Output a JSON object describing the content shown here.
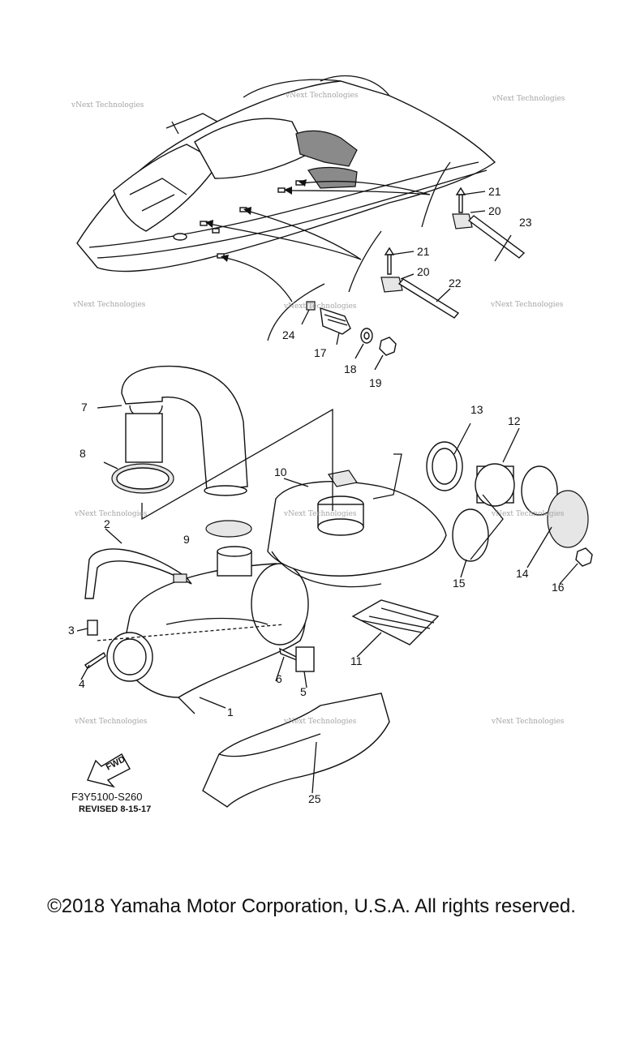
{
  "watermark": "vNext Technologies",
  "callouts": [
    {
      "id": "c1",
      "text": "1"
    },
    {
      "id": "c2",
      "text": "2"
    },
    {
      "id": "c3",
      "text": "3"
    },
    {
      "id": "c4",
      "text": "4"
    },
    {
      "id": "c5",
      "text": "5"
    },
    {
      "id": "c6",
      "text": "6"
    },
    {
      "id": "c7",
      "text": "7"
    },
    {
      "id": "c8",
      "text": "8"
    },
    {
      "id": "c9",
      "text": "9"
    },
    {
      "id": "c10",
      "text": "10"
    },
    {
      "id": "c11",
      "text": "11"
    },
    {
      "id": "c12",
      "text": "12"
    },
    {
      "id": "c13",
      "text": "13"
    },
    {
      "id": "c14",
      "text": "14"
    },
    {
      "id": "c15",
      "text": "15"
    },
    {
      "id": "c16",
      "text": "16"
    },
    {
      "id": "c17",
      "text": "17"
    },
    {
      "id": "c18",
      "text": "18"
    },
    {
      "id": "c19",
      "text": "19"
    },
    {
      "id": "c20a",
      "text": "20"
    },
    {
      "id": "c20b",
      "text": "20"
    },
    {
      "id": "c21a",
      "text": "21"
    },
    {
      "id": "c21b",
      "text": "21"
    },
    {
      "id": "c22",
      "text": "22"
    },
    {
      "id": "c23",
      "text": "23"
    },
    {
      "id": "c24",
      "text": "24"
    },
    {
      "id": "c25",
      "text": "25"
    }
  ],
  "diagram_code": "F3Y5100-S260",
  "revision": "REVISED 8-15-17",
  "fwd_label": "FWD",
  "copyright": "©2018 Yamaha Motor Corporation, U.S.A. All rights reserved."
}
